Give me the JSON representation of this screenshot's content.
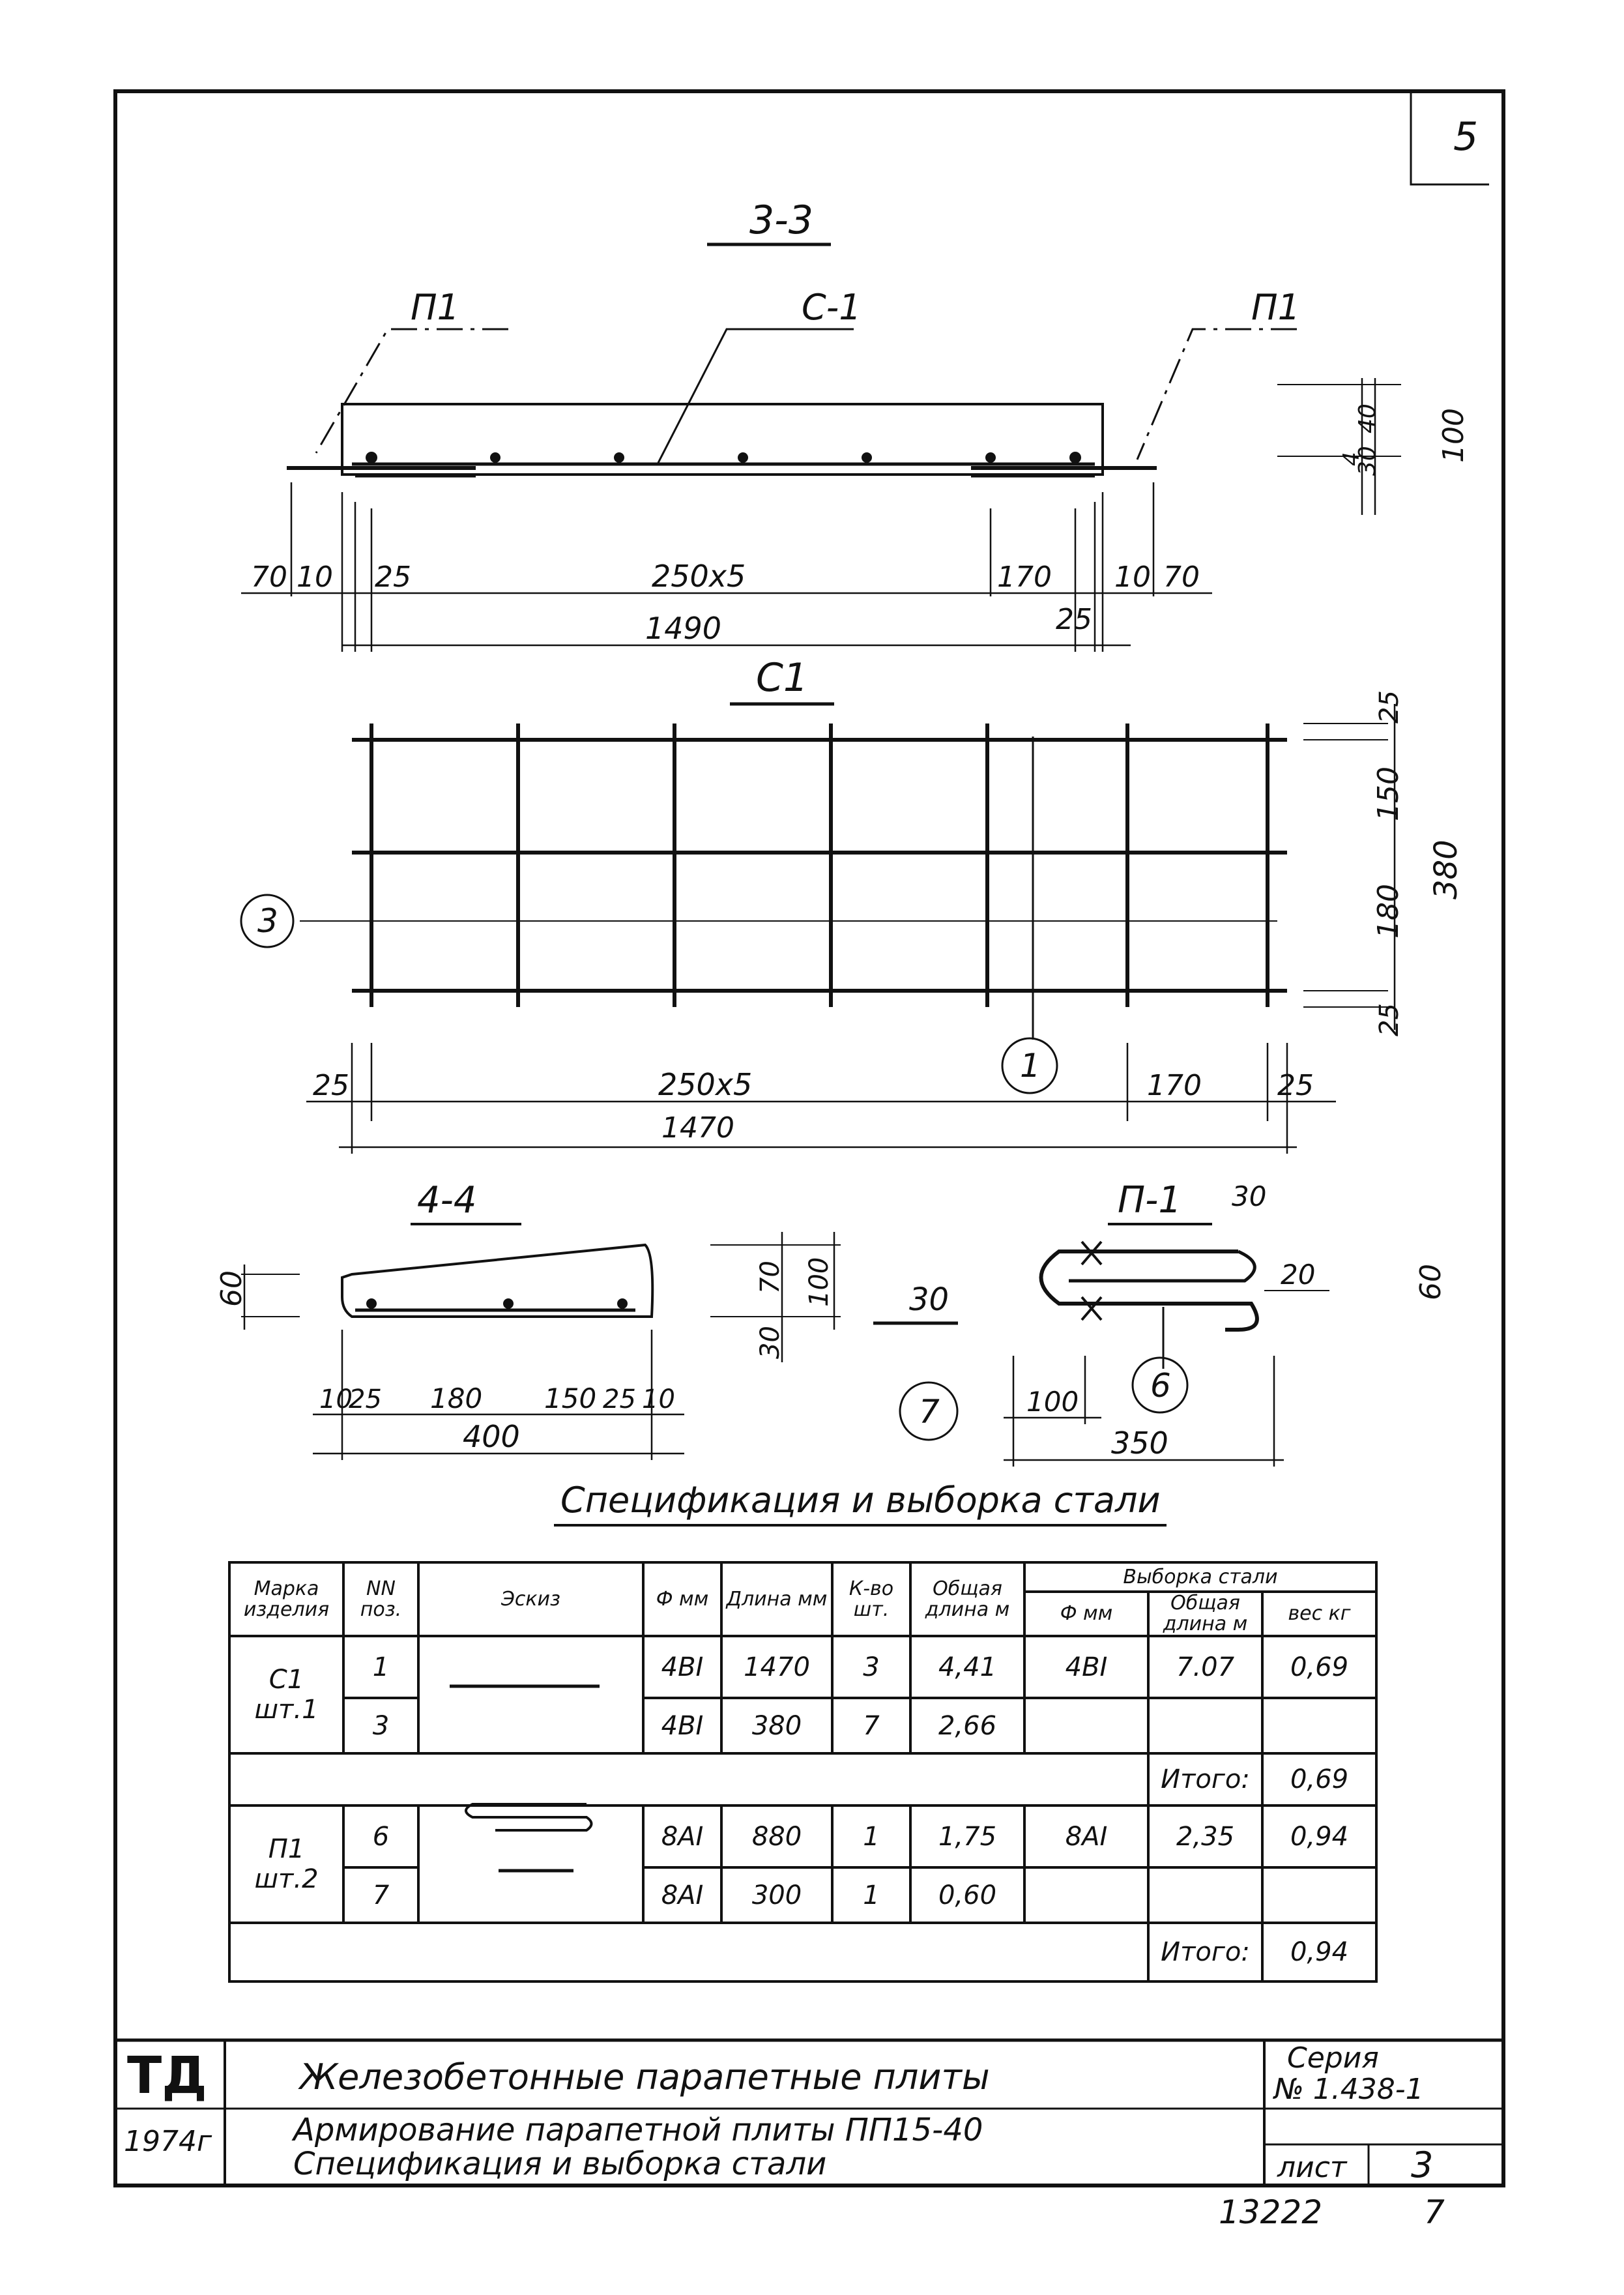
{
  "sheet_no_top": "5",
  "section_33": {
    "title": "3-3",
    "labels": [
      "П1",
      "С-1",
      "П1"
    ],
    "dims_bottom": [
      "70",
      "10",
      "25",
      "250х5",
      "170",
      "10",
      "70"
    ],
    "dims_total": [
      "1490",
      "25"
    ],
    "dims_right": [
      "4",
      "30",
      "40",
      "100"
    ]
  },
  "mesh_c1": {
    "title": "С1",
    "dims_right": [
      "25",
      "150",
      "180",
      "380",
      "25"
    ],
    "dims_bottom": [
      "25",
      "250х5",
      "170",
      "25"
    ],
    "dim_total": "1470",
    "markers": [
      "3",
      "1"
    ]
  },
  "section_44": {
    "title": "4-4",
    "dims_left": [
      "60"
    ],
    "dims_right": [
      "70",
      "100",
      "30"
    ],
    "dims_bottom": [
      "10",
      "25",
      "180",
      "150",
      "25",
      "10"
    ],
    "dim_total": "400"
  },
  "bar_7": {
    "dim": "30",
    "marker": "7"
  },
  "loop_p1": {
    "title": "П-1",
    "dims": [
      "30",
      "20",
      "60",
      "100",
      "350"
    ],
    "marker": "6"
  },
  "spec_title": "Спецификация и выборка стали",
  "table": {
    "headers": {
      "mark": "Марка изделия",
      "pos": "NN поз.",
      "sketch": "Эскиз",
      "dia": "Ф мм",
      "length": "Длина мм",
      "qty": "К-во шт.",
      "total_len": "Общая длина м",
      "selection": "Выборка стали",
      "sel_dia": "Ф мм",
      "sel_len": "Общая длина м",
      "sel_weight": "вес кг"
    },
    "groups": [
      {
        "mark": "С1",
        "count": "шт.1",
        "rows": [
          {
            "pos": "1",
            "dia": "4ВI",
            "length": "1470",
            "qty": "3",
            "total_len": "4,41",
            "sel_dia": "4ВI",
            "sel_len": "7.07",
            "sel_weight": "0,69"
          },
          {
            "pos": "3",
            "dia": "4ВI",
            "length": "380",
            "qty": "7",
            "total_len": "2,66",
            "sel_dia": "",
            "sel_len": "",
            "sel_weight": ""
          }
        ],
        "total_label": "Итого:",
        "total_value": "0,69"
      },
      {
        "mark": "П1",
        "count": "шт.2",
        "rows": [
          {
            "pos": "6",
            "dia": "8АI",
            "length": "880",
            "qty": "1",
            "total_len": "1,75",
            "sel_dia": "8АI",
            "sel_len": "2,35",
            "sel_weight": "0,94"
          },
          {
            "pos": "7",
            "dia": "8АI",
            "length": "300",
            "qty": "1",
            "total_len": "0,60",
            "sel_dia": "",
            "sel_len": "",
            "sel_weight": ""
          }
        ],
        "total_label": "Итого:",
        "total_value": "0,94"
      }
    ]
  },
  "title_block": {
    "logo": "ТД",
    "year": "1974г",
    "title": "Железобетонные парапетные плиты",
    "subtitle_1": "Армирование парапетной плиты ПП15-40",
    "subtitle_2": "Спецификация и выборка стали",
    "series_label": "Серия",
    "series_no": "№ 1.438-1",
    "sheet_label": "лист",
    "sheet_no": "3"
  },
  "footer": {
    "code": "13222",
    "num": "7"
  }
}
